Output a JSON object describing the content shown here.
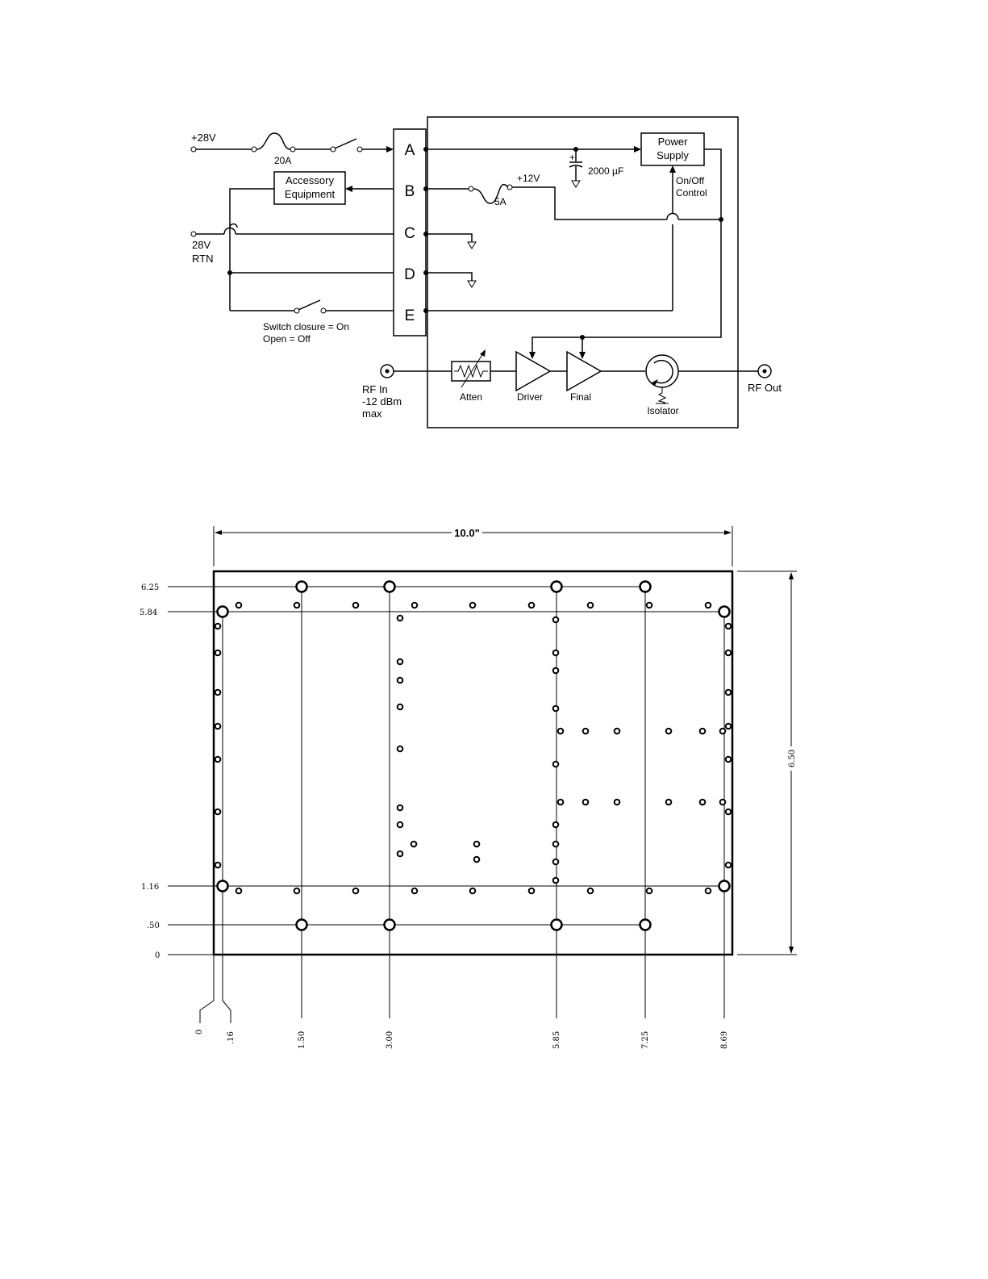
{
  "schematic": {
    "supply_label": "+28V",
    "fuse_main": "20A",
    "accessory_line1": "Accessory",
    "accessory_line2": "Equipment",
    "return_line1": "28V",
    "return_line2": "RTN",
    "pins": [
      "A",
      "B",
      "C",
      "D",
      "E"
    ],
    "switch_note_line1": "Switch closure = On",
    "switch_note_line2": "Open = Off",
    "fuse_internal": "5A",
    "rail_label": "+12V",
    "capacitor_label": "2000 µF",
    "capacitor_polarity": "+",
    "psu_line1": "Power",
    "psu_line2": "Supply",
    "control_line1": "On/Off",
    "control_line2": "Control",
    "rf_in_line1": "RF In",
    "rf_in_line2": "-12 dBm",
    "rf_in_line3": "max",
    "attenuator": "Atten",
    "driver": "Driver",
    "final": "Final",
    "isolator": "Isolator",
    "rf_out": "RF Out"
  },
  "drawing": {
    "width_dim": "10.0\"",
    "height_dim": "6.50",
    "y_labels": [
      "6.25",
      "5.84",
      "1.16",
      ".50",
      "0"
    ],
    "x_labels": [
      "0",
      ".16",
      "1.50",
      "3.00",
      "5.85",
      "7.25",
      "8.69"
    ]
  }
}
